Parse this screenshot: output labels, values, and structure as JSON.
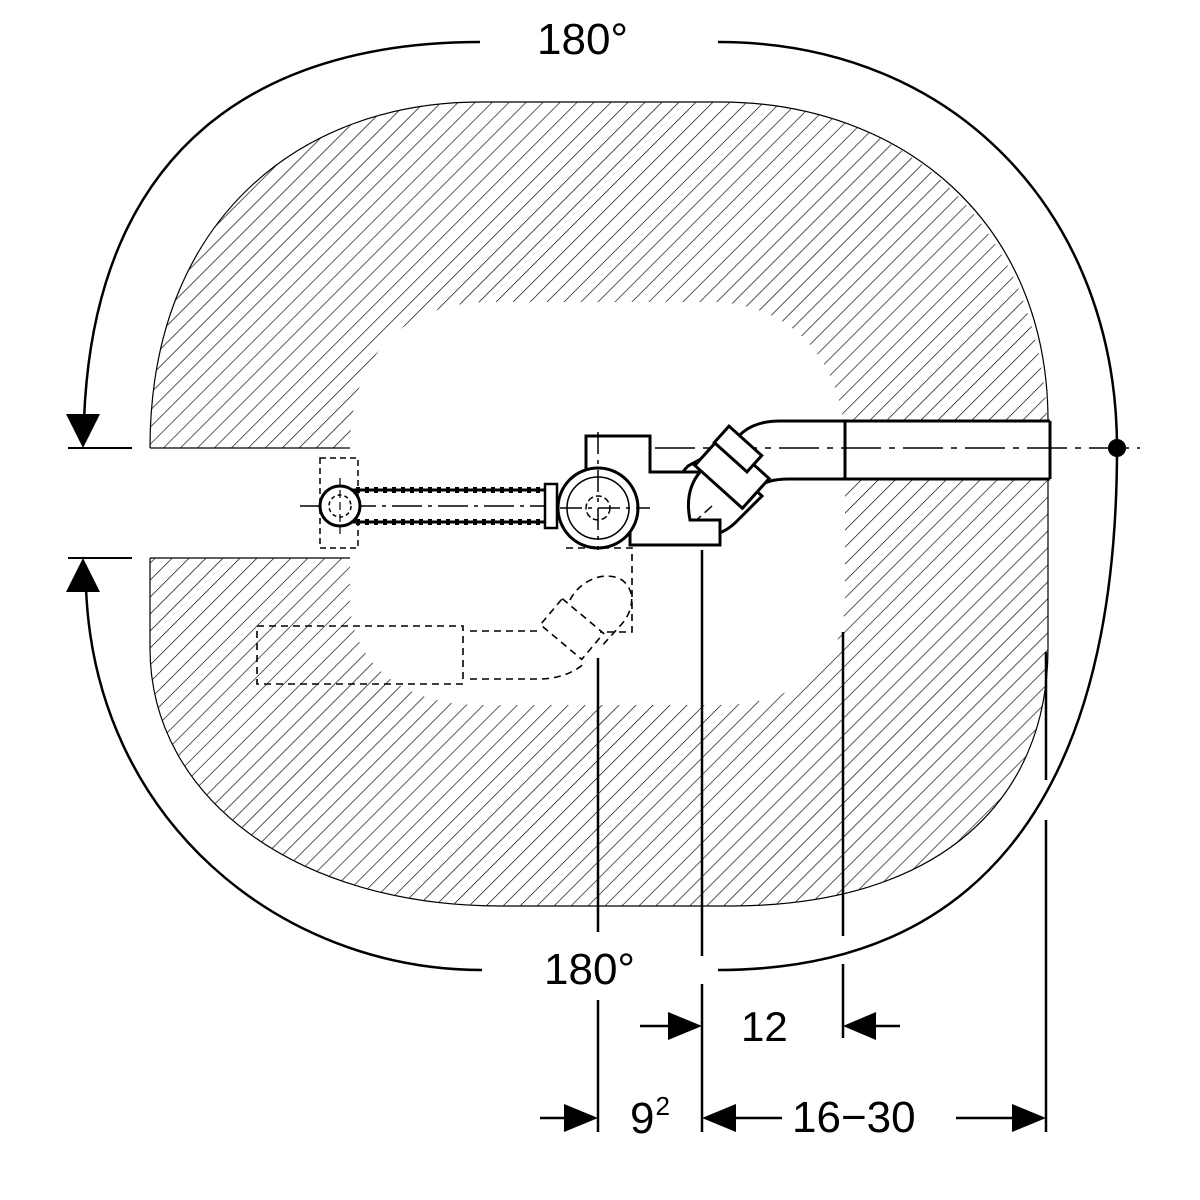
{
  "labels": {
    "angle_top": "180°",
    "angle_bottom": "180°",
    "dim_12": "12",
    "dim_9": "9",
    "dim_9_superscript": "2",
    "dim_16_30": "16−30"
  }
}
